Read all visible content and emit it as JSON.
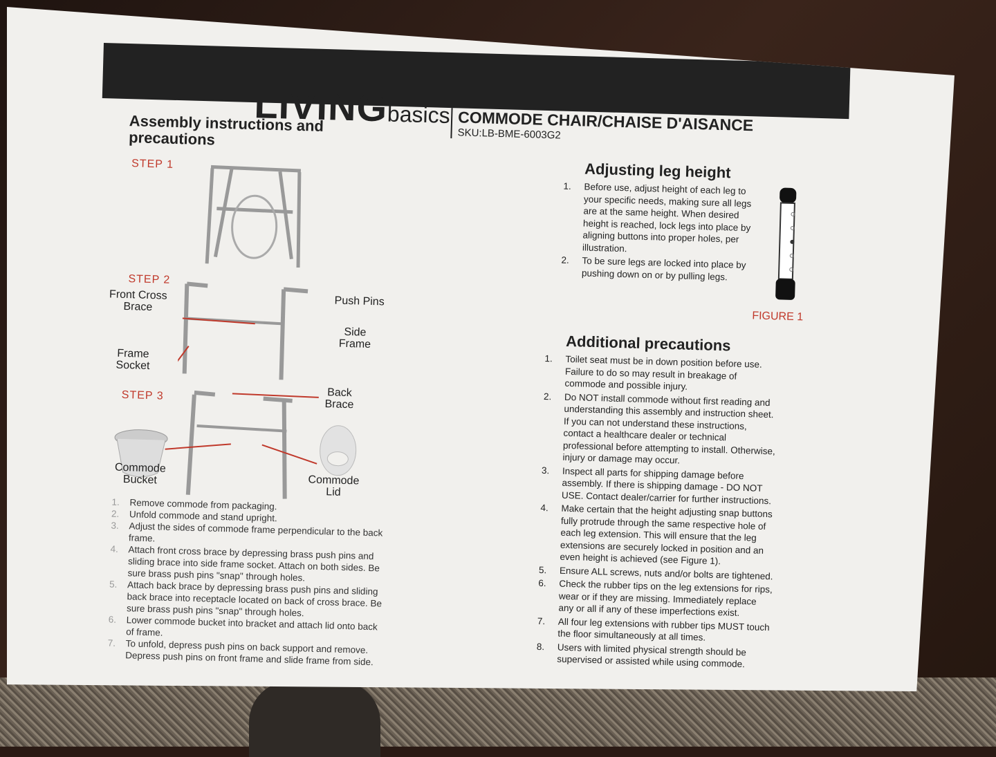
{
  "header": {
    "brand_main": "LIVING",
    "brand_sub": "basics",
    "product_title": "COMMODE CHAIR/CHAISE D'AISANCE",
    "sku": "SKU:LB-BME-6003G2"
  },
  "left": {
    "title": "Assembly instructions and precautions",
    "step1": "STEP 1",
    "step2": "STEP 2",
    "step3": "STEP 3",
    "labels": {
      "front_cross_brace": "Front Cross Brace",
      "push_pins": "Push Pins",
      "side_frame": "Side Frame",
      "frame_socket": "Frame Socket",
      "back_brace": "Back Brace",
      "commode_bucket": "Commode Bucket",
      "commode_lid": "Commode Lid"
    },
    "instructions": [
      {
        "n": "1.",
        "text": "Remove commode from packaging."
      },
      {
        "n": "2.",
        "text": "Unfold commode and stand upright."
      },
      {
        "n": "3.",
        "text": "Adjust the sides of commode frame perpendicular to the back frame."
      },
      {
        "n": "4.",
        "text": "Attach front cross brace by depressing brass push pins and sliding brace into side frame socket. Attach on both sides. Be sure brass push pins \"snap\" through holes."
      },
      {
        "n": "5.",
        "text": "Attach back brace by depressing brass push pins and sliding back brace into receptacle located on back of cross brace. Be sure brass push pins \"snap\" through holes."
      },
      {
        "n": "6.",
        "text": "Lower commode bucket into bracket and attach lid onto back of frame."
      },
      {
        "n": "7.",
        "text": "To unfold, depress push pins on back support and remove. Depress push pins on front frame and slide frame from side."
      }
    ]
  },
  "right": {
    "leg_title": "Adjusting leg height",
    "leg_items": [
      {
        "n": "1.",
        "text": "Before use, adjust height of each leg to your specific needs, making sure all legs are at the same height. When desired height is reached, lock legs into place by aligning buttons into proper holes, per illustration."
      },
      {
        "n": "2.",
        "text": "To be sure legs are locked into place by pushing down on or by pulling legs."
      }
    ],
    "figure_label": "FIGURE 1",
    "prec_title": "Additional precautions",
    "prec_items": [
      {
        "n": "1.",
        "text": "Toilet seat must be in down position before use. Failure to do so may result in breakage of commode and possible injury."
      },
      {
        "n": "2.",
        "text": "Do NOT install commode without first reading and understanding this assembly and instruction sheet. If you can not understand these instructions, contact a healthcare dealer or technical professional before attempting to install. Otherwise, injury or damage may occur."
      },
      {
        "n": "3.",
        "text": "Inspect all parts for shipping damage before assembly. If there is shipping damage - DO NOT USE. Contact dealer/carrier for further instructions."
      },
      {
        "n": "4.",
        "text": "Make certain that the height adjusting snap buttons fully protrude through the same respective hole of each leg extension. This will ensure that the leg extensions are securely locked in position and an even height is achieved (see Figure 1)."
      },
      {
        "n": "5.",
        "text": "Ensure ALL screws, nuts and/or bolts are tightened."
      },
      {
        "n": "6.",
        "text": "Check the rubber tips on the leg extensions for rips, wear or if they are missing. Immediately replace any or all if any of these imperfections exist."
      },
      {
        "n": "7.",
        "text": "All four leg extensions with rubber tips MUST touch the floor simultaneously at all times."
      },
      {
        "n": "8.",
        "text": "Users with limited physical strength should be supervised or assisted while using commode."
      }
    ]
  }
}
